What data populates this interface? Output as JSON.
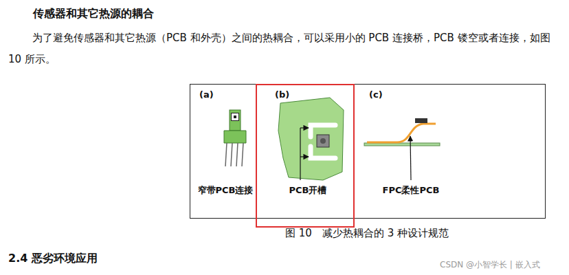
{
  "diagram": {
    "title": "传感器和其它热源的耦合",
    "caption": "图 10　减少热耦合的 3 种设计规范",
    "labels": [
      "为了避免传感器和其它热源（PCB 和外壳）之间的热耦合，可以采用小的 PCB 连接桥，PCB 镂空或者连接，如图 10 所示。",
      "(a)",
      "(b)",
      "(c)",
      "窄带PCB连接",
      "PCB开槽",
      "FPC柔性PCB",
      "2.4 恶劣环境应用",
      "CSDN @小智学长 | 嵌入式"
    ]
  }
}
